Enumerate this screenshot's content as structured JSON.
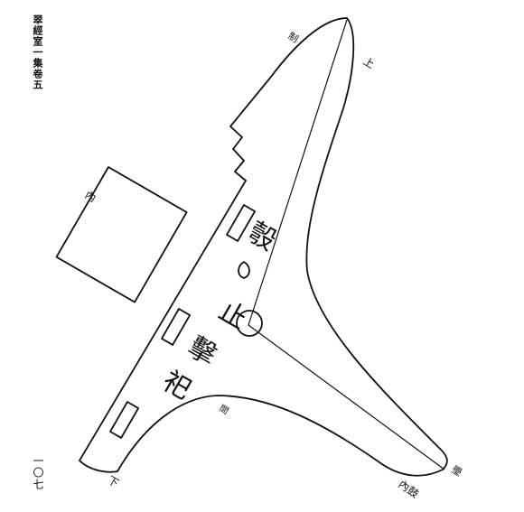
{
  "header": {
    "title": "翠經室一集卷五"
  },
  "page": {
    "number": "一〇七"
  },
  "diagram": {
    "labels": {
      "zhi": "制",
      "shang": "上",
      "nei": "內",
      "jian": "間",
      "xia": "下",
      "wu": "璺"
    },
    "big_chars": [
      "彀",
      "止",
      "擊",
      "祀"
    ],
    "bottom_label": "內鼓"
  }
}
